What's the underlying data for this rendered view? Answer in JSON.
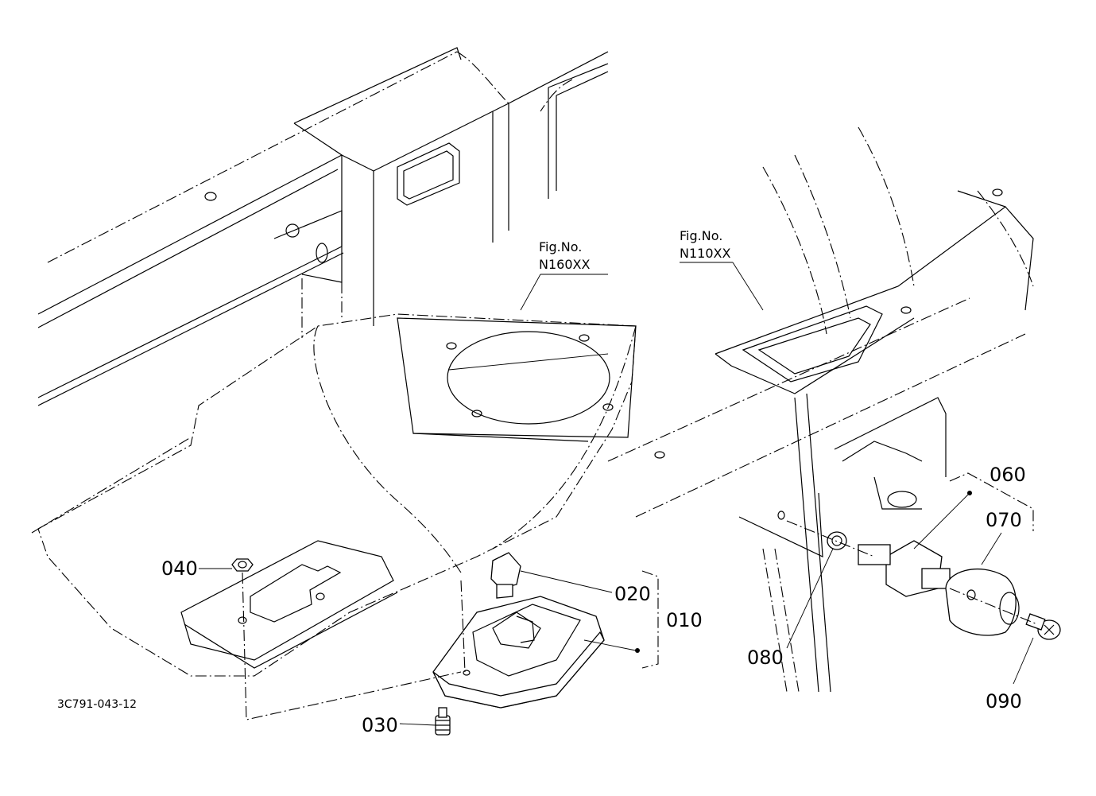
{
  "figure_refs": [
    {
      "line1": "Fig.No.",
      "line2": "N160XX"
    },
    {
      "line1": "Fig.No.",
      "line2": "N110XX"
    }
  ],
  "callouts": {
    "p010": "010",
    "p020": "020",
    "p030": "030",
    "p040": "040",
    "p060": "060",
    "p070": "070",
    "p080": "080",
    "p090": "090"
  },
  "drawing_code": "3C791-043-12"
}
